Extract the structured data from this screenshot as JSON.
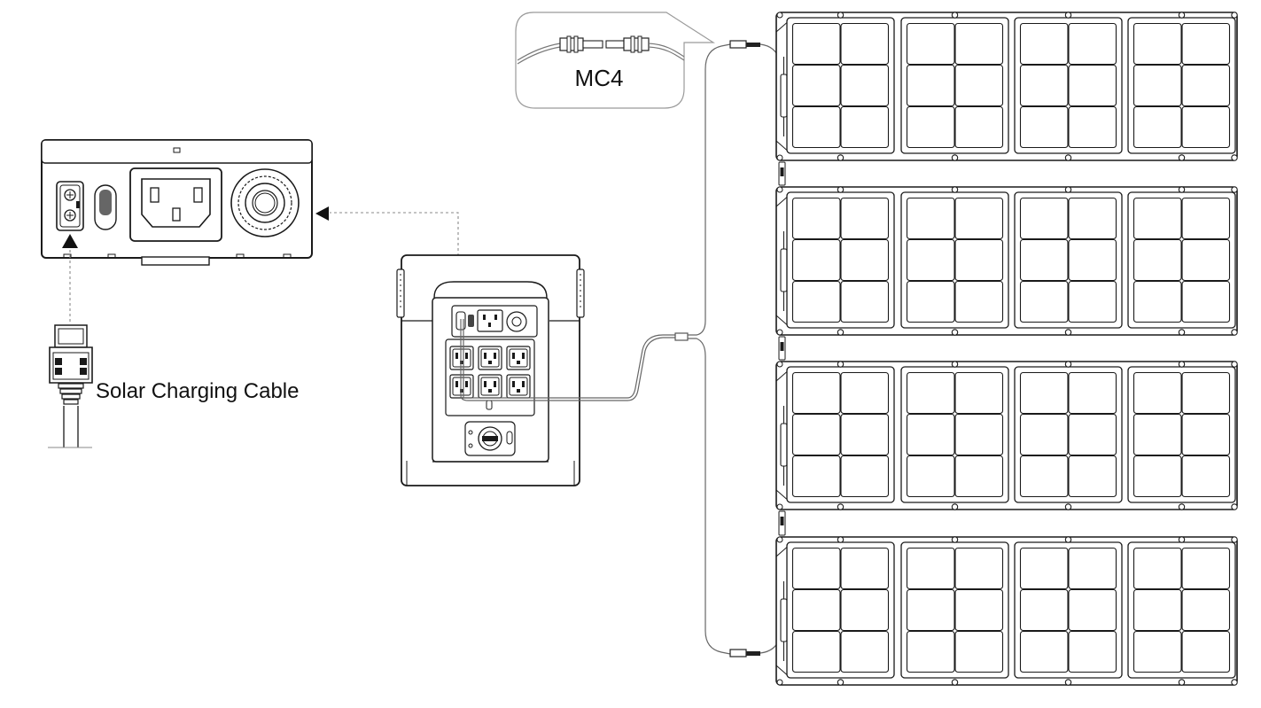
{
  "labels": {
    "connector": "MC4",
    "cable": "Solar Charging Cable"
  },
  "panel_grid": {
    "panels": 4,
    "sections_per_panel": 4,
    "cell_rows": 3,
    "cell_cols": 2
  },
  "front_outlets": {
    "rows": 2,
    "cols": 3
  },
  "colors": {
    "line": "#1a1a1a",
    "dash": "#8a8a8a",
    "cable": "#666666",
    "paper": "#ffffff"
  },
  "icons": [
    "arrow-left-icon",
    "arrow-up-icon",
    "mc4-connector-icon",
    "ac-inlet-icon",
    "xt60-port-icon",
    "anderson-port-icon",
    "solar-panel-icon",
    "power-station-icon",
    "solar-cable-plug-icon"
  ]
}
